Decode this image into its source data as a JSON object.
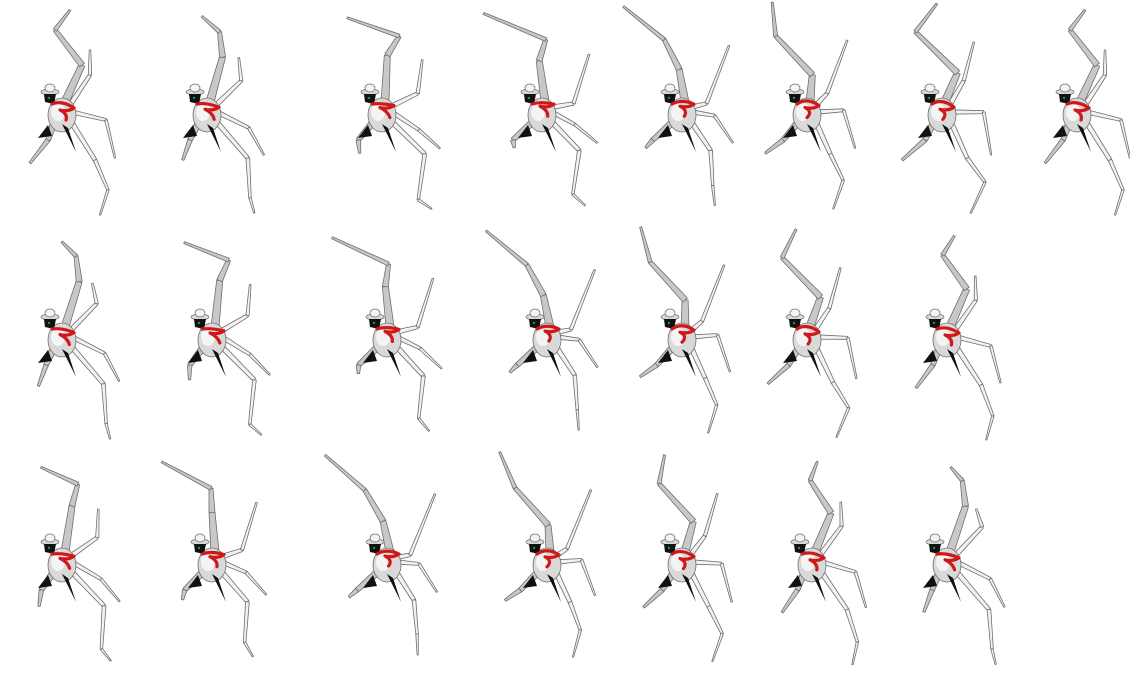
{
  "sheet": {
    "description_free": true,
    "rows": 3,
    "frame_counts": [
      8,
      7,
      7
    ],
    "colors": {
      "background": "#ffffff",
      "limb_fill": "#c8c8c8",
      "limb_fill_light": "#f2f2f2",
      "limb_stroke": "#6e6e6e",
      "body": "#d9d9d9",
      "body_light": "#f4f4f4",
      "mask": "#111111",
      "scarf": "#d01818",
      "eye": "#2e8b57"
    }
  }
}
